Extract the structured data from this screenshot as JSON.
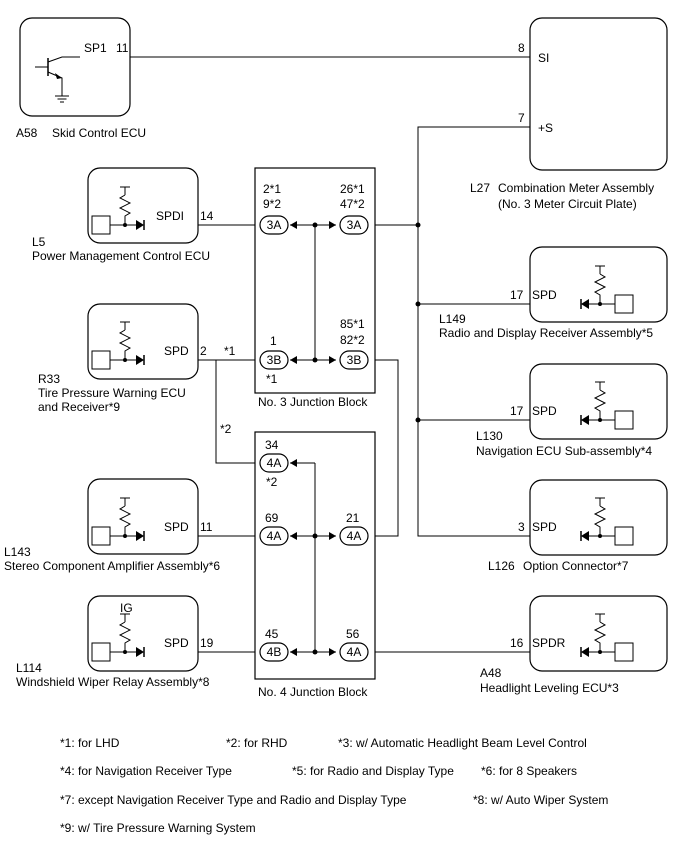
{
  "components": {
    "a58": {
      "ref": "A58",
      "name": "Skid Control ECU",
      "pin_name": "SP1",
      "pin": "11"
    },
    "l27": {
      "ref": "L27",
      "name": "Combination Meter Assembly",
      "name2": "(No. 3 Meter Circuit Plate)",
      "pin_si_name": "SI",
      "pin_si": "8",
      "pin_s_name": "+S",
      "pin_s": "7"
    },
    "l5": {
      "ref": "L5",
      "name": "Power Management Control ECU",
      "pin_name": "SPDI",
      "pin": "14"
    },
    "r33": {
      "ref": "R33",
      "name": "Tire Pressure Warning ECU",
      "name2": "and Receiver*9",
      "pin_name": "SPD",
      "pin": "2",
      "note": "*1"
    },
    "l143": {
      "ref": "L143",
      "name": "Stereo Component Amplifier Assembly*6",
      "pin_name": "SPD",
      "pin": "11"
    },
    "l114": {
      "ref": "L114",
      "name": "Windshield Wiper Relay Assembly*8",
      "pin_name": "SPD",
      "pin": "19",
      "power": "IG"
    },
    "l149": {
      "ref": "L149",
      "name": "Radio and Display Receiver Assembly*5",
      "pin_name": "SPD",
      "pin": "17"
    },
    "l130": {
      "ref": "L130",
      "name": "Navigation ECU Sub-assembly*4",
      "pin_name": "SPD",
      "pin": "17"
    },
    "l126": {
      "ref": "L126",
      "name": "Option Connector*7",
      "pin_name": "SPD",
      "pin": "3"
    },
    "a48": {
      "ref": "A48",
      "name": "Headlight Leveling ECU*3",
      "pin_name": "SPDR",
      "pin": "16"
    }
  },
  "junction_blocks": {
    "jb3": {
      "name": "No. 3 Junction Block",
      "c3a_left": {
        "label": "3A",
        "pin1": "2*1",
        "pin2": "9*2"
      },
      "c3a_right": {
        "label": "3A",
        "pin1": "26*1",
        "pin2": "47*2"
      },
      "c3b_left": {
        "label": "3B",
        "pin": "1",
        "note": "*1"
      },
      "c3b_right": {
        "label": "3B",
        "pin1": "85*1",
        "pin2": "82*2"
      }
    },
    "jb4": {
      "name": "No. 4 Junction Block",
      "c4a_top": {
        "label": "4A",
        "pin": "34",
        "note": "*2"
      },
      "c4a_left": {
        "label": "4A",
        "pin": "69"
      },
      "c4a_right": {
        "label": "4A",
        "pin": "21"
      },
      "c4b_left": {
        "label": "4B",
        "pin": "45"
      },
      "c4a_bottom": {
        "label": "4A",
        "pin": "56"
      }
    }
  },
  "wire_notes": {
    "rhd_branch": "*2"
  },
  "notes": [
    "*1: for LHD",
    "*2: for RHD",
    "*3: w/ Automatic Headlight Beam Level Control",
    "*4: for Navigation Receiver Type",
    "*5: for Radio and Display Type",
    "*6: for 8 Speakers",
    "*7: except Navigation Receiver Type and Radio and Display Type",
    "*8: w/ Auto Wiper System",
    "*9: w/ Tire Pressure Warning System"
  ]
}
